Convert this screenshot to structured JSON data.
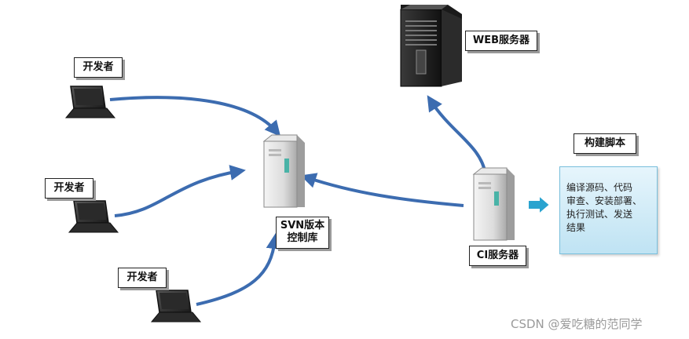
{
  "developers": [
    {
      "label": "开发者"
    },
    {
      "label": "开发者"
    },
    {
      "label": "开发者"
    }
  ],
  "svn": {
    "line1": "SVN版本",
    "line2": "控制库"
  },
  "web_server": {
    "label": "WEB服务器"
  },
  "ci_server": {
    "label": "CI服务器"
  },
  "build_script": {
    "title": "构建脚本",
    "lines": [
      "编译源码、代码",
      "审查、安装部署、",
      "执行测试、发送",
      "结果"
    ]
  },
  "watermark": "CSDN @爱吃糖的范同学",
  "colors": {
    "arrow": "#3c6cb0",
    "box_fill": "#cde9f6",
    "transfer_arrow": "#2aa3cf"
  },
  "icons": [
    "laptop-icon",
    "server-icon",
    "tower-server-icon",
    "right-arrow-icon"
  ]
}
